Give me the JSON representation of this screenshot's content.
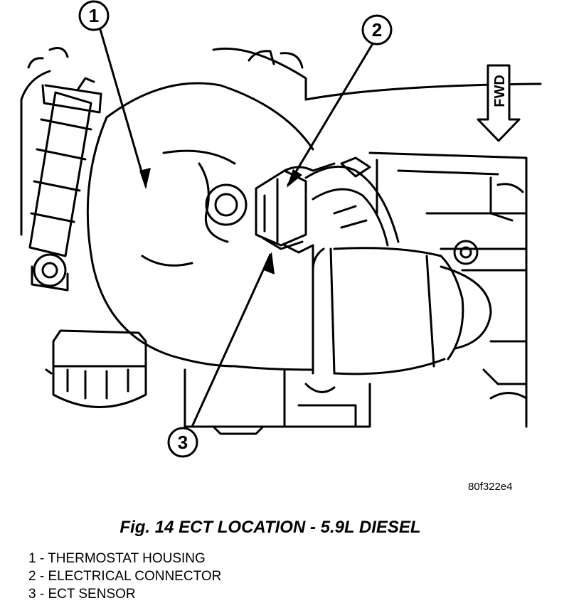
{
  "callouts": [
    {
      "number": "1"
    },
    {
      "number": "2"
    },
    {
      "number": "3"
    }
  ],
  "direction_label": "FWD",
  "figure_code": "80f322e4",
  "caption": "Fig. 14 ECT LOCATION - 5.9L DIESEL",
  "legend": [
    "1 - THERMOSTAT HOUSING",
    "2 - ELECTRICAL CONNECTOR",
    "3 - ECT SENSOR"
  ]
}
